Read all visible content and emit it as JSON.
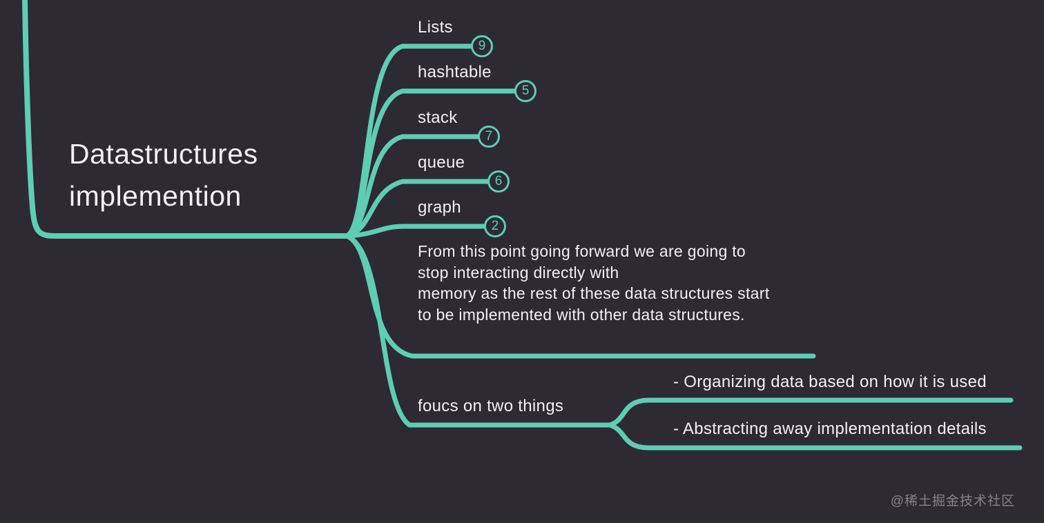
{
  "colors": {
    "background": "#2e2a32",
    "accent": "#5ecdb3",
    "text": "#f1f0f2",
    "watermark": "#85828a"
  },
  "root": {
    "title_lines": [
      "Datastructures",
      "implemention"
    ]
  },
  "branches": [
    {
      "label": "Lists",
      "badge": "9"
    },
    {
      "label": "hashtable",
      "badge": "5"
    },
    {
      "label": "stack",
      "badge": "7"
    },
    {
      "label": "queue",
      "badge": "6"
    },
    {
      "label": "graph",
      "badge": "2"
    }
  ],
  "note": {
    "lines": [
      "From this point going forward we are going to",
      "stop interacting directly with",
      "memory as the rest of these data structures start",
      "to be implemented with other data structures."
    ]
  },
  "focus": {
    "label": "foucs on two things",
    "children": [
      {
        "label": "- Organizing data based on how it is used"
      },
      {
        "label": "- Abstracting away implementation details"
      }
    ]
  },
  "watermark": "@稀土掘金技术社区"
}
